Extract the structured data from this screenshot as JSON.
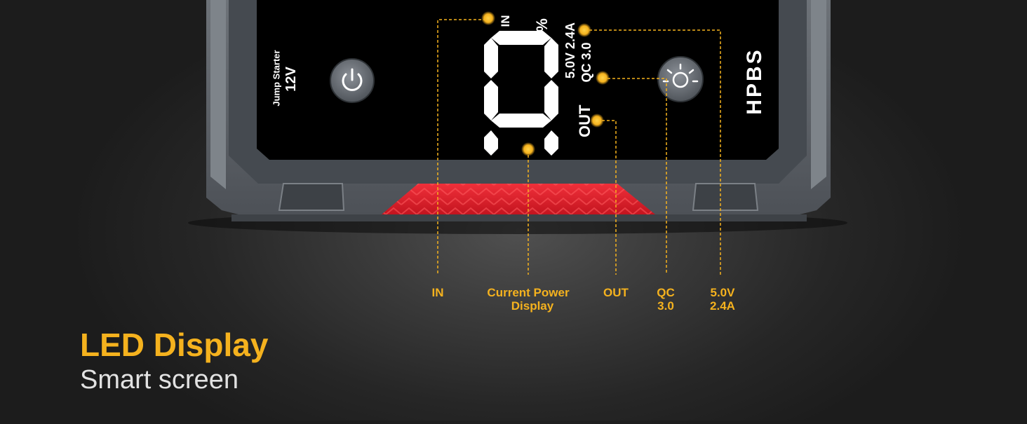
{
  "colors": {
    "accent": "#f5b21e",
    "device_body": "#5d6268",
    "screen": "#000000",
    "grip_red": "#e3202e"
  },
  "device": {
    "left_panel": {
      "line1": "Jump Starter",
      "line2": "12V"
    },
    "screen": {
      "in_label": "IN",
      "percent_value": "00",
      "percent_sign": "%",
      "usb_label_line1": "5.0V  2.4A",
      "usb_label_line2": "QC 3.0",
      "out_label": "OUT"
    },
    "brand": "HPBS",
    "icons": {
      "power": "power-icon",
      "light": "flashlight-icon"
    }
  },
  "callouts": {
    "in": "IN",
    "current_power_line1": "Current Power",
    "current_power_line2": "Display",
    "out": "OUT",
    "qc_line1": "QC",
    "qc_line2": "3.0",
    "usb_line1": "5.0V",
    "usb_line2": "2.4A"
  },
  "heading": {
    "title": "LED Display",
    "subtitle": "Smart screen"
  }
}
